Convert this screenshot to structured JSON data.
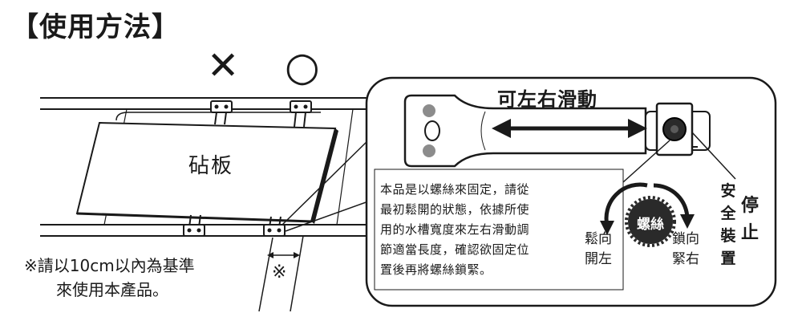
{
  "title": "【使用方法】",
  "marks": {
    "incorrect": "✕",
    "correct": "○"
  },
  "board_label": "砧板",
  "note": {
    "line1": "※請以10cm以內為基準",
    "line2": "來使用本產品。"
  },
  "ref_mark": "※",
  "detail": {
    "slide_label": "可左右滑動",
    "description": [
      "本品是以螺絲來固定，請從",
      "最初鬆開的狀態，依據所使",
      "用的水槽寬度來左右滑動調",
      "節適當長度，確認欲固定位",
      "置後再將螺絲鎖緊。"
    ],
    "screw_label": "螺絲",
    "loosen": [
      "鬆向",
      "開左"
    ],
    "tighten": [
      "鎖向",
      "緊右"
    ],
    "safety": [
      "安",
      "全",
      "裝",
      "置"
    ],
    "stop": [
      "停",
      "止"
    ]
  },
  "colors": {
    "line": "#1a1a1a",
    "grip_gray": "#8c8c8c",
    "screw_dark": "#2a2a2a"
  }
}
